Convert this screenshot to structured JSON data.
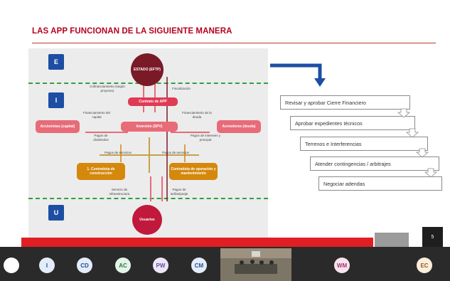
{
  "slide": {
    "title": "LAS APP FUNCIONAN DE LA SIGUIENTE MANERA",
    "page_number": "5"
  },
  "diagram": {
    "levels": [
      "E",
      "I",
      "U"
    ],
    "nodes": {
      "estado": "ESTADO (EFTP)",
      "contrato": "Contrato de APP",
      "central": "Inversión (SPV)",
      "left": "Accionistas (capital)",
      "right": "Acreedores (deuda)",
      "construccion": "1. Contratista de construcción",
      "operacion": "Contratista de operación y mantenimiento",
      "usuarios": "Usuarios"
    },
    "notes": {
      "cofinanciamiento": "Cofinanciamiento (según proyecto)",
      "fiscalizacion": "Fiscalización",
      "financiamiento_capital": "Financiamiento del capital",
      "financiamiento_deuda": "Financiamiento de la deuda",
      "pagos_dividendos": "Pagos de dividendos",
      "pagos_intereses": "Pagos de intereses y principal",
      "pagos_servicios_1": "Pagos de servicios",
      "pagos_servicios_2": "Pagos de servicios",
      "servicio": "Servicio de infraestructura",
      "pagos_tarifas": "Pagos de tarifas/peaje"
    }
  },
  "steps": [
    "Revisar y aprobar Cierre Financiero",
    "Aprobar expedientes técnicos",
    "Terrenos e Interferencias",
    "Atender contingencias / arbitrajes",
    "Negociar adendas"
  ],
  "participants": [
    {
      "initials": "",
      "bg": "#ffffff",
      "fg": "#2a4d8f"
    },
    {
      "initials": "I",
      "bg": "#e3ecf9",
      "fg": "#2a4d8f"
    },
    {
      "initials": "CD",
      "bg": "#e3ecf9",
      "fg": "#2a4d8f"
    },
    {
      "initials": "AC",
      "bg": "#e3f3e8",
      "fg": "#2b7a43"
    },
    {
      "initials": "PW",
      "bg": "#ece6f6",
      "fg": "#6b4aa0"
    },
    {
      "initials": "CM",
      "bg": "#e3ecf9",
      "fg": "#2a4d8f"
    },
    {
      "initials": "WM",
      "bg": "#f7e3ee",
      "fg": "#a0386d"
    },
    {
      "initials": "EC",
      "bg": "#fbeedd",
      "fg": "#9a5a16"
    }
  ],
  "colors": {
    "accent_red": "#e01e23",
    "level_blue": "#1d4ea3",
    "state_maroon": "#7a1a27",
    "pink": "#e86b78",
    "orange": "#d4880c"
  }
}
